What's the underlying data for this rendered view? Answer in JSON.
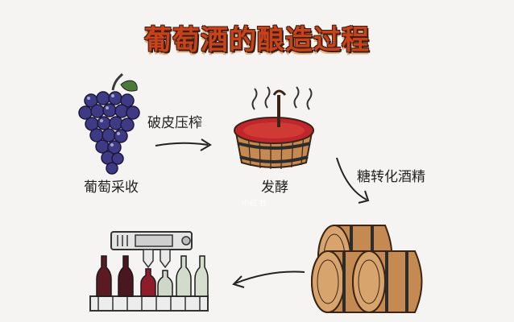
{
  "title": "葡萄酒的酿造过程",
  "steps": [
    {
      "label": "葡萄采收"
    },
    {
      "label": "发酵"
    }
  ],
  "arrows": [
    {
      "label": "破皮压榨"
    },
    {
      "label": "糖转化酒精"
    }
  ],
  "watermark": "小红书",
  "colors": {
    "title": "#c8431a",
    "wine": "#c0262b",
    "wood": "#c48a52",
    "grape": "#3f3a85"
  }
}
